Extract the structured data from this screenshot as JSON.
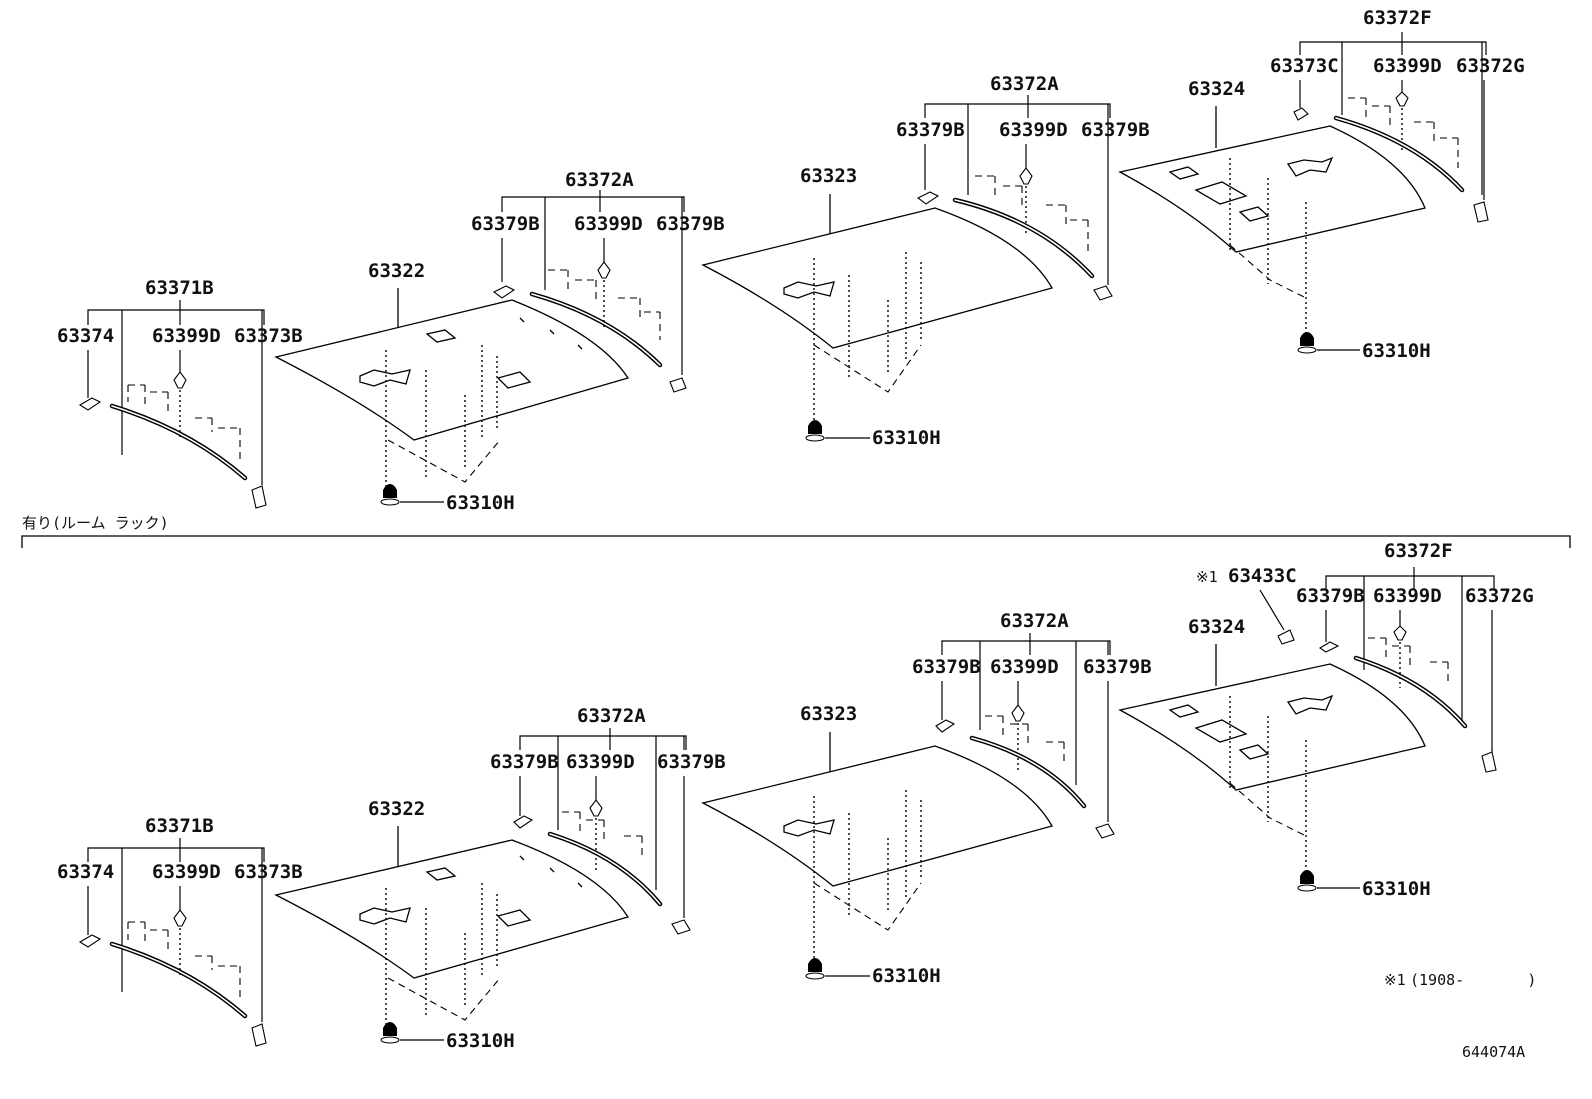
{
  "section_label": "有り(ルーム ラック)",
  "diagram_code": "644074A",
  "footnote": {
    "marker": "※1",
    "text": "(1908-       )"
  },
  "top": {
    "group1": {
      "bracket": "63371B",
      "left": "63374",
      "center": "63399D",
      "right": "63373B"
    },
    "panel1": "63322",
    "group2": {
      "bracket": "63372A",
      "left": "63379B",
      "center": "63399D",
      "right": "63379B"
    },
    "panel2": "63323",
    "group3": {
      "bracket": "63372A",
      "left": "63379B",
      "center": "63399D",
      "right": "63379B"
    },
    "panel3": "63324",
    "group4": {
      "bracket": "63372F",
      "left": "63373C",
      "center": "63399D",
      "right": "63372G"
    },
    "clip1": "63310H",
    "clip2": "63310H",
    "clip3": "63310H"
  },
  "bottom": {
    "group1": {
      "bracket": "63371B",
      "left": "63374",
      "center": "63399D",
      "right": "63373B"
    },
    "panel1": "63322",
    "group2": {
      "bracket": "63372A",
      "left": "63379B",
      "center": "63399D",
      "right": "63379B"
    },
    "panel2": "63323",
    "group3": {
      "bracket": "63372A",
      "left": "63379B",
      "center": "63399D",
      "right": "63379B"
    },
    "panel3": "63324",
    "group4": {
      "bracket": "63372F",
      "extra_marker": "※1",
      "extra": "63433C",
      "left": "63379B",
      "center": "63399D",
      "right": "63372G"
    },
    "clip1": "63310H",
    "clip2": "63310H",
    "clip3": "63310H"
  }
}
